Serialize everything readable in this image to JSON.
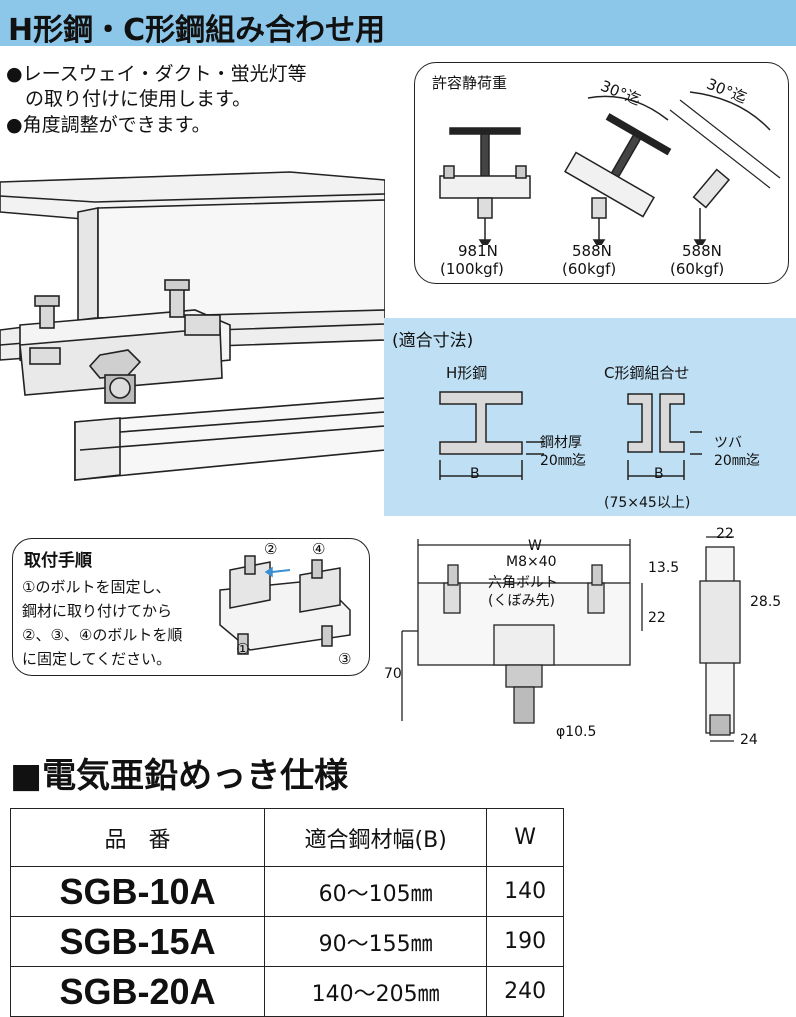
{
  "header": {
    "title": "H形鋼・C形鋼組み合わせ用",
    "bg_color": "#8cc6e8"
  },
  "bullets": [
    "●レースウェイ・ダクト・蛍光灯等",
    "　の取り付けに使用します。",
    "●角度調整ができます。"
  ],
  "load_panel": {
    "title": "許容静荷重",
    "angle_labels": [
      "30°迄",
      "30°迄"
    ],
    "loads": [
      {
        "n": "981N",
        "kgf": "(100kgf)"
      },
      {
        "n": "588N",
        "kgf": "(60kgf)"
      },
      {
        "n": "588N",
        "kgf": "(60kgf)"
      }
    ]
  },
  "fit_panel": {
    "title": "(適合寸法)",
    "h_label": "H形鋼",
    "c_label": "C形鋼組合せ",
    "b_label_1": "B",
    "b_label_2": "B",
    "thick_line1": "鋼材厚",
    "thick_line2": "20㎜迄",
    "flange_line1": "ツバ",
    "flange_line2": "20㎜迄",
    "c_note": "(75×45以上)",
    "bg_color": "#bfe0f4"
  },
  "procedure": {
    "title": "取付手順",
    "lines": [
      "①のボルトを固定し、",
      "鋼材に取り付けてから",
      "②、③、④のボルトを順",
      "に固定してください。"
    ],
    "markers": [
      "①",
      "②",
      "③",
      "④"
    ]
  },
  "dimensions": {
    "w_label": "W",
    "bolt_line1": "M8×40",
    "bolt_line2": "六角ボルト",
    "bolt_line3": "(くぼみ先)",
    "d_13_5": "13.5",
    "d_22_v": "22",
    "d_70": "70",
    "d_phi": "φ10.5",
    "d_22_top": "22",
    "d_28_5": "28.5",
    "d_24": "24"
  },
  "spec": {
    "title": "■電気亜鉛めっき仕様",
    "headers": [
      "品　番",
      "適合鋼材幅(B)",
      "W"
    ],
    "rows": [
      {
        "model": "SGB-10A",
        "range": "60～105㎜",
        "w": "140"
      },
      {
        "model": "SGB-15A",
        "range": "90～155㎜",
        "w": "190"
      },
      {
        "model": "SGB-20A",
        "range": "140～205㎜",
        "w": "240"
      }
    ]
  }
}
